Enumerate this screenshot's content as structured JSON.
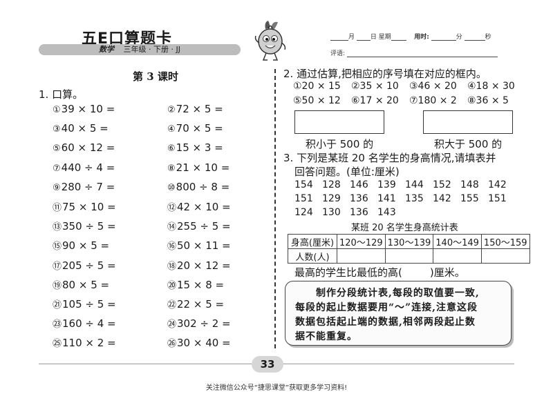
{
  "header": {
    "brand": "五E口算题卡",
    "subject": "数学",
    "grade_info": "三年级 · 下册 · JJ",
    "date_month": "月",
    "date_day": "日",
    "date_week": "星期",
    "time_label": "用时:",
    "time_minutes": "分",
    "time_seconds": "秒",
    "comment_label": "评语:"
  },
  "lesson_title": "第 3 课时",
  "section1": {
    "title": "1. 口算。",
    "problems": [
      {
        "num": "①",
        "expr": "39 × 10 ="
      },
      {
        "num": "②",
        "expr": "72 × 5 ="
      },
      {
        "num": "③",
        "expr": "40 × 5 ="
      },
      {
        "num": "④",
        "expr": "70 × 5 ="
      },
      {
        "num": "⑤",
        "expr": "60 × 12 ="
      },
      {
        "num": "⑥",
        "expr": "15 × 3 ="
      },
      {
        "num": "⑦",
        "expr": "440 ÷ 4 ="
      },
      {
        "num": "⑧",
        "expr": "21 × 10 ="
      },
      {
        "num": "⑨",
        "expr": "280 ÷ 7 ="
      },
      {
        "num": "⑩",
        "expr": "800 ÷ 8 ="
      },
      {
        "num": "⑪",
        "expr": "75 × 10 ="
      },
      {
        "num": "⑫",
        "expr": "42 × 10 ="
      },
      {
        "num": "⑬",
        "expr": "350 ÷ 5 ="
      },
      {
        "num": "⑭",
        "expr": "255 ÷ 5 ="
      },
      {
        "num": "⑮",
        "expr": "90 × 5 ="
      },
      {
        "num": "⑯",
        "expr": "50 × 11 ="
      },
      {
        "num": "⑰",
        "expr": "205 ÷ 5 ="
      },
      {
        "num": "⑱",
        "expr": "20 × 12 ="
      },
      {
        "num": "⑲",
        "expr": "80 × 5 ="
      },
      {
        "num": "⑳",
        "expr": "15 × 8 ="
      },
      {
        "num": "㉑",
        "expr": "105 ÷ 5 ="
      },
      {
        "num": "㉒",
        "expr": "22 × 5 ="
      },
      {
        "num": "㉓",
        "expr": "160 ÷ 4 ="
      },
      {
        "num": "㉔",
        "expr": "302 ÷ 2 ="
      },
      {
        "num": "㉕",
        "expr": "110 × 2 ="
      },
      {
        "num": "㉖",
        "expr": "30 × 40 ="
      }
    ]
  },
  "section2": {
    "title": "2. 通过估算,把相应的序号填在对应的框内。",
    "items_row1": [
      "①20 × 15",
      "②35 × 10",
      "③46 × 20",
      "④18 × 30"
    ],
    "items_row2": [
      "⑤50 × 12",
      "⑥17 × 20",
      "⑦180 × 2",
      "⑧36 × 5"
    ],
    "box_less": "积小于 500 的",
    "box_greater": "积大于 500 的"
  },
  "section3": {
    "title_line1": "3. 下列是某班 20 名学生的身高情况,请填表并",
    "title_line2": "回答问题。(单位:厘米)",
    "heights": [
      [
        "154",
        "128",
        "146",
        "139",
        "144",
        "152",
        "148",
        "142"
      ],
      [
        "151",
        "129",
        "136",
        "141",
        "135",
        "142",
        "155",
        "151"
      ],
      [
        "124",
        "130",
        "136",
        "143"
      ]
    ],
    "table_title": "某班 20 名学生身高统计表",
    "table_header": [
      "身高(厘米)",
      "120～129",
      "130～139",
      "140～149",
      "150～159"
    ],
    "table_row_label": "人数(人)",
    "question_part1": "最高的学生比最低的高(",
    "question_part2": ")厘米。"
  },
  "tip": {
    "line1": "制作分段统计表,每段的取值要一致,",
    "line2": "每段的起止数据要用“～”连接,注意这段",
    "line3": "数据包括起止端的数据,相邻两段起止数",
    "line4": "据不能重复。"
  },
  "footer": {
    "page_number": "33",
    "note": "关注微信公众号“捷思课堂”获取更多学习资料!"
  }
}
